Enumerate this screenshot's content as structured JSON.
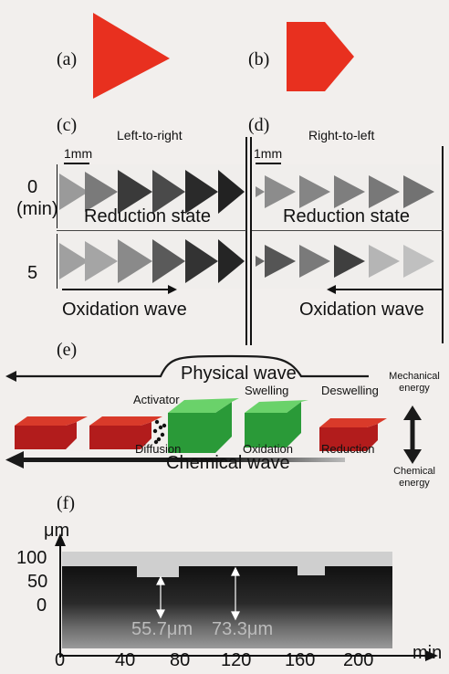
{
  "panels": {
    "a": "(a)",
    "b": "(b)",
    "c": "(c)",
    "d": "(d)",
    "e": "(e)",
    "f": "(f)"
  },
  "c": {
    "title": "Left-to-right",
    "scale": "1mm",
    "row0_label": "0",
    "row0_unit": "(min)",
    "row1_label": "5",
    "state": "Reduction state",
    "wave": "Oxidation wave"
  },
  "d": {
    "title": "Right-to-left",
    "scale": "1mm",
    "state": "Reduction state",
    "wave": "Oxidation wave"
  },
  "e": {
    "physical_wave": "Physical wave",
    "chemical_wave": "Chemical wave",
    "activator": "Activator",
    "diffusion": "Diffusion",
    "swelling": "Swelling",
    "oxidation": "Oxidation",
    "deswelling": "Deswelling",
    "reduction": "Reduction",
    "mechanical_energy": [
      "Mechanical",
      "energy"
    ],
    "chemical_energy": [
      "Chemical",
      "energy"
    ],
    "colors": {
      "red_gel": "#c42222",
      "green_gel": "#2da13a",
      "arrow": "#1a1a1a"
    }
  },
  "f": {
    "ylabel": "μm",
    "xlabel": "min",
    "yticks": [
      "100",
      "50",
      "0"
    ],
    "xticks": [
      "0",
      "40",
      "80",
      "120",
      "160",
      "200"
    ],
    "measure1": "55.7μm",
    "measure2": "73.3μm"
  },
  "colors": {
    "red": "#e8301f",
    "background": "#f2efed"
  }
}
